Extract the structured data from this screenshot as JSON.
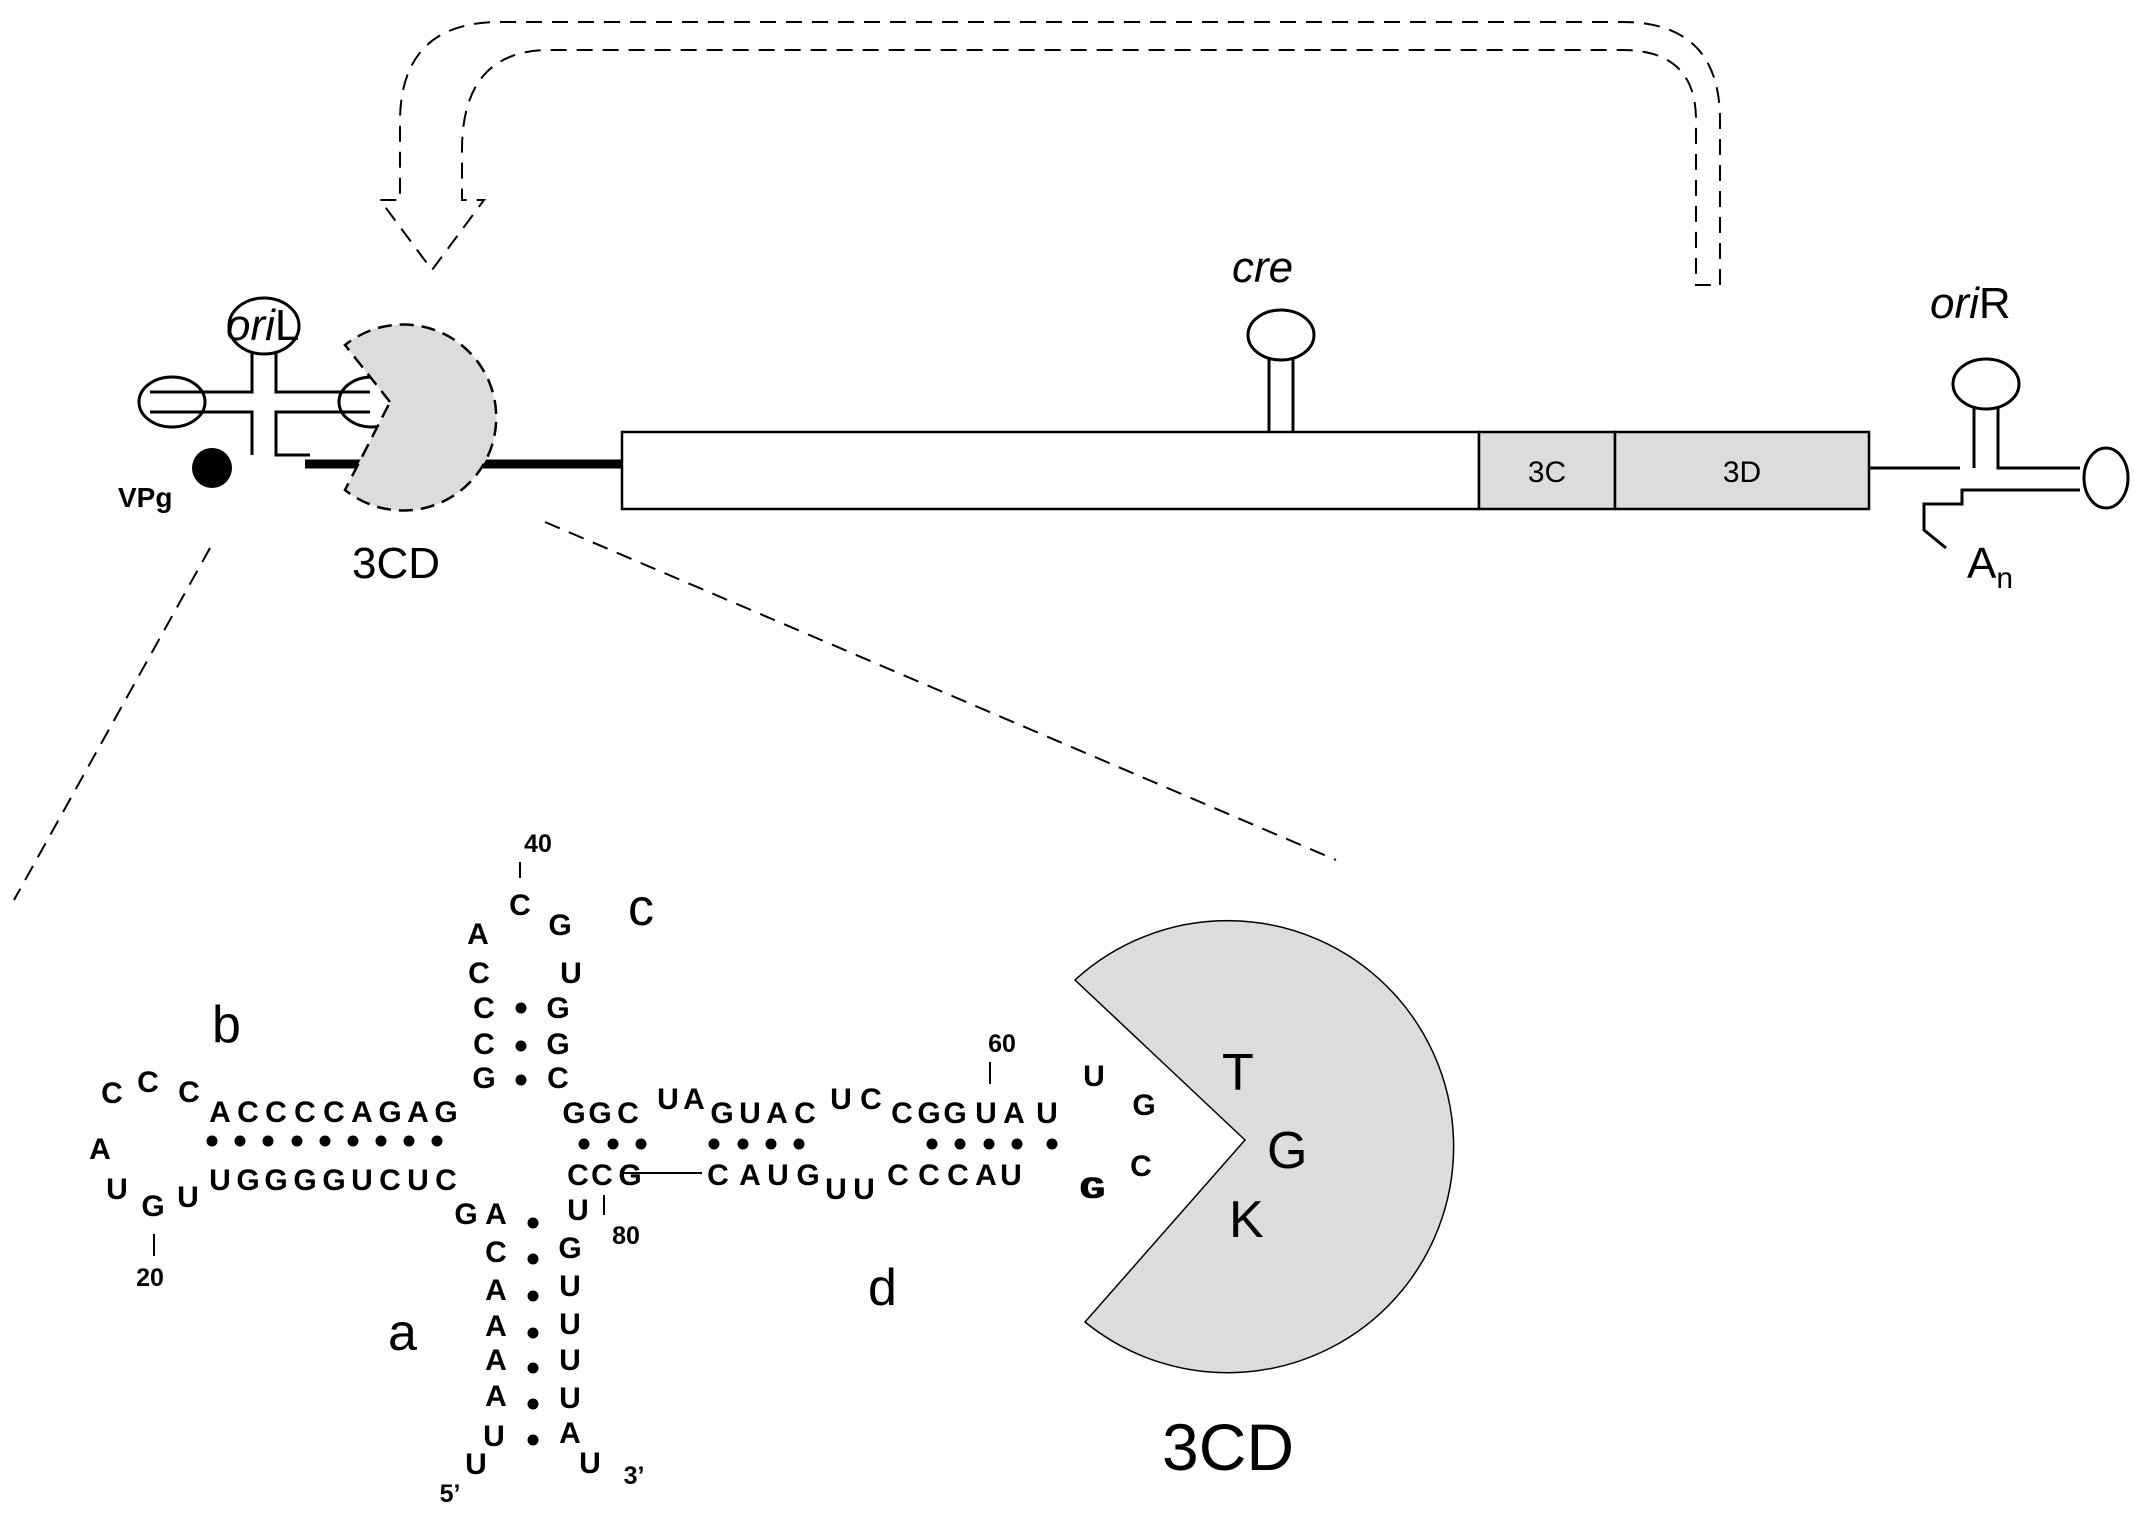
{
  "genome": {
    "oriL_prefix": "ori",
    "oriL_suffix": "L",
    "oriR_prefix": "ori",
    "oriR_suffix": "R",
    "cre_label": "cre",
    "vpg_label": "VPg",
    "protein_label_small": "3CD",
    "box_3c": "3C",
    "box_3d": "3D",
    "polyA_base": "A",
    "polyA_sub": "n"
  },
  "cloverleaf": {
    "stem_a": "a",
    "stem_b": "b",
    "stem_c": "c",
    "stem_d": "d",
    "motif_T": "T",
    "motif_G": "G",
    "motif_K": "K",
    "protein_label_large": "3CD",
    "pos_20": "20",
    "pos_40": "40",
    "pos_60": "60",
    "pos_80": "80",
    "five_prime": "5’",
    "three_prime": "3’",
    "b_top": [
      "A",
      "C",
      "C",
      "C",
      "C",
      "A",
      "G",
      "A",
      "G"
    ],
    "b_bottom": [
      "U",
      "G",
      "G",
      "G",
      "G",
      "U",
      "C",
      "U",
      "C"
    ],
    "b_loop": [
      "C",
      "C",
      "C",
      "A",
      "U",
      "G",
      "U"
    ],
    "c_left": [
      "G",
      "C",
      "C",
      "C",
      "A"
    ],
    "c_right": [
      "C",
      "G",
      "G",
      "U",
      "G"
    ],
    "c_tip": "C",
    "d_top": [
      "G",
      "G",
      "C",
      "U",
      "A",
      "G",
      "U",
      "A",
      "C",
      "U",
      "C",
      "C",
      "G",
      "G",
      "U",
      "A",
      "U"
    ],
    "d_bottom": [
      "C",
      "C",
      "G",
      "C",
      "A",
      "U",
      "G",
      "U",
      "U",
      "C",
      "C",
      "C",
      "A",
      "U",
      "G"
    ],
    "d_loop": [
      "U",
      "G",
      "C",
      "G"
    ],
    "a_left": [
      "G",
      "A",
      "C",
      "A",
      "A",
      "A",
      "A",
      "U",
      "U"
    ],
    "a_right": [
      "U",
      "G",
      "U",
      "U",
      "U",
      "U",
      "A",
      "U"
    ]
  }
}
